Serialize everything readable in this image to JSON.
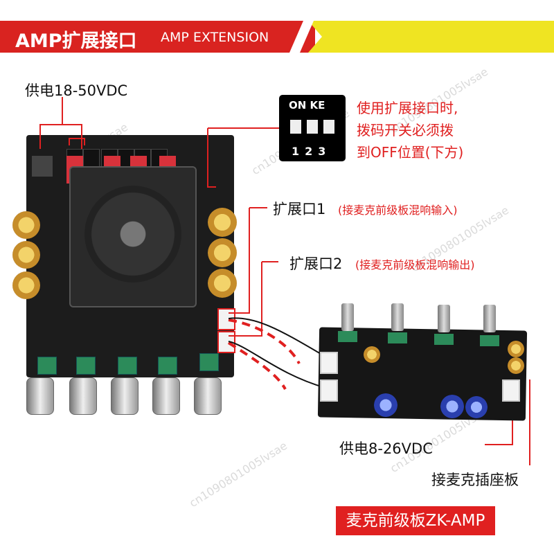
{
  "banner": {
    "title_cn": "AMP扩展接口",
    "title_en": "AMP EXTENSION"
  },
  "labels": {
    "power_main": "供电18-50VDC",
    "dip_note_line1": "使用扩展接口时,",
    "dip_note_line2": "拨码开关必须拨",
    "dip_note_line3": "到OFF位置(下方)",
    "ext1_title": "扩展口1",
    "ext1_note": "(接麦克前级板混响输入)",
    "ext2_title": "扩展口2",
    "ext2_note": "(接麦克前级板混响输出)",
    "power_pre": "供电8-26VDC",
    "mic_socket": "接麦克插座板",
    "bottom_button": "麦克前级板ZK-AMP"
  },
  "dip_switch": {
    "top_text": "ON KE",
    "numbers": "123"
  },
  "watermark": "cn1090801005lvsae",
  "colors": {
    "banner_red": "#d92320",
    "banner_yellow": "#efe422",
    "accent_red": "#e02020"
  }
}
